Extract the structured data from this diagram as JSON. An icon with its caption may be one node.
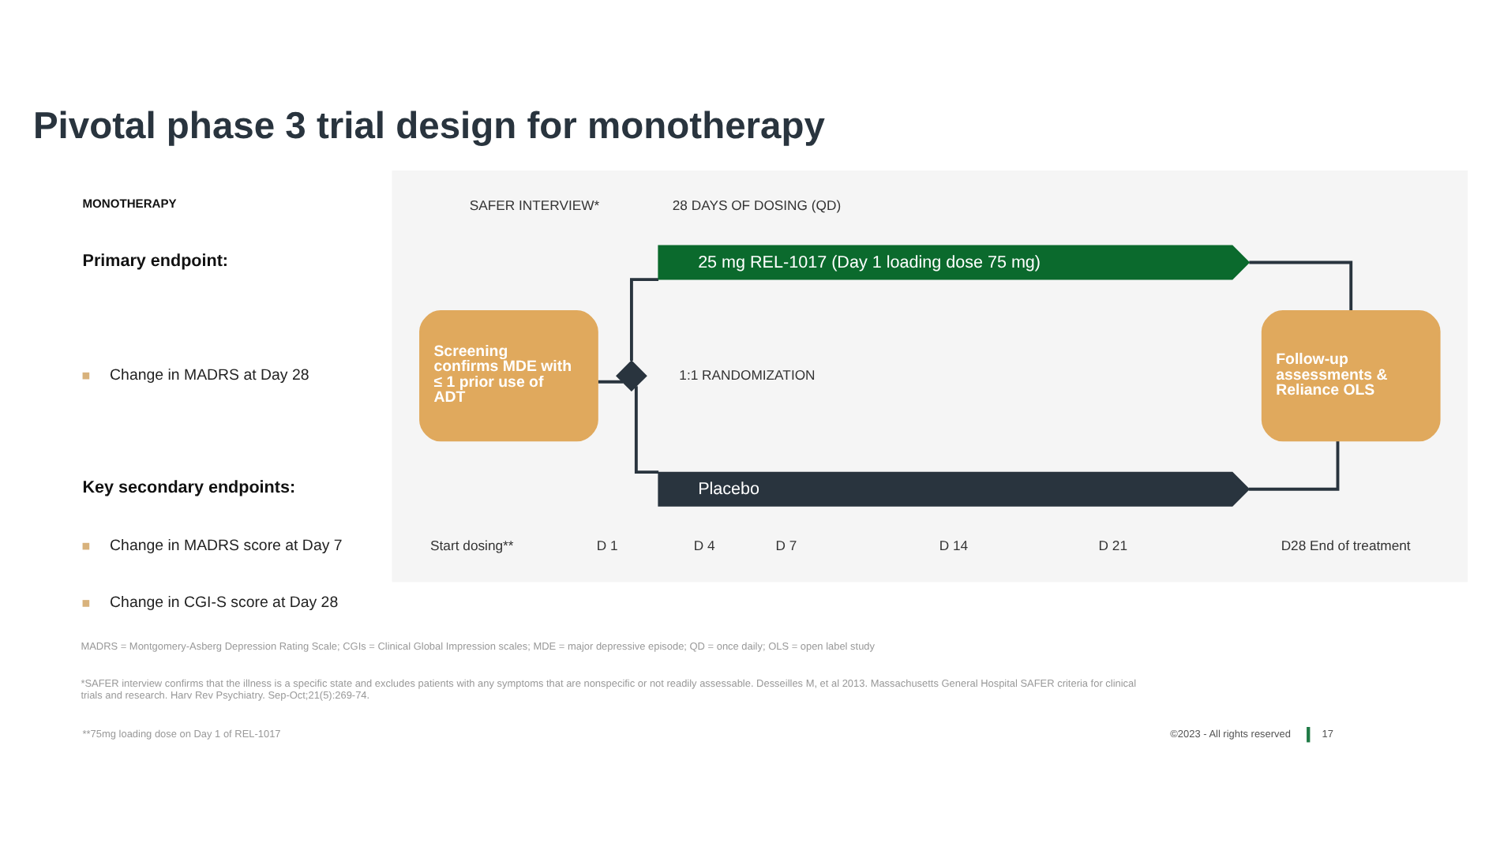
{
  "diagram": {
    "title": "Pivotal phase 3 trial design for monotherapy",
    "nodes": [
      {
        "text": [],
        "shape": "box"
      },
      {
        "text": [
          "Screening confirms MDE with ≤ 1 prior use of ADT"
        ],
        "in": 0
      },
      {
        "text": [],
        "shape": "diamond",
        "beside": [
          "1:1 RANDOMIZATION"
        ],
        "in": 0
      },
      {
        "text": [
          "25 mg REL-1017 (Day 1 loading dose 75 mg)"
        ],
        "in": 0
      },
      {
        "text": [
          "Placebo"
        ],
        "in": 0
      },
      {
        "text": [
          "Follow-up assessments & Reliance OLS"
        ],
        "in": 0
      }
    ],
    "edges": [
      {
        "from": 1,
        "to": 2,
        "arrow": "none"
      },
      {
        "from": 2,
        "to": 3,
        "arrow": "none"
      },
      {
        "from": 2,
        "to": 4,
        "arrow": "none"
      },
      {
        "from": 3,
        "to": 5,
        "arrow": "none"
      },
      {
        "from": 4,
        "to": 5,
        "arrow": "none"
      }
    ],
    "labels": [
      "MONOTHERAPY",
      "Primary endpoint:",
      "Change in MADRS at Day 28",
      "Key secondary endpoints:",
      "Change in MADRS score at Day 7",
      "Change in CGI-S score at Day 28",
      "SAFER INTERVIEW*",
      "28 DAYS OF DOSING (QD)",
      "Start dosing**",
      "D 1",
      "D 4",
      "D 7",
      "D 14",
      "D 21",
      "D28 End of treatment",
      "MADRS = Montgomery-Asberg Depression Rating Scale; CGIs = Clinical Global Impression scales; MDE = major depressive episode; QD = once daily; OLS = open label study",
      "*SAFER interview confirms that the illness is a specific state and excludes patients with any symptoms that are nonspecific or not readily assessable. Desseilles M, et al 2013. Massachusetts General Hospital SAFER criteria for clinical trials and research. Harv Rev Psychiatry. Sep-Oct;21(5):269-74.",
      "**75mg loading dose on Day 1 of REL-1017",
      "©2023 - All rights reserved",
      "17"
    ]
  }
}
